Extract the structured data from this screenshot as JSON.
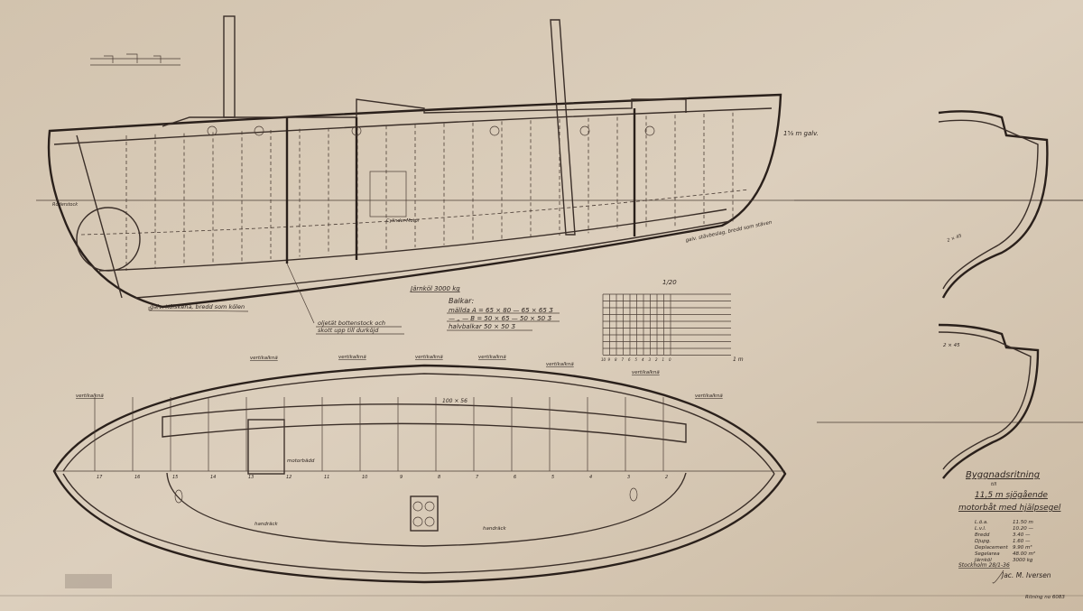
{
  "profile": {
    "keel_label": "Järnköl 3000 kg",
    "keel_band_label": "galv. Kölskena, bredd som kölen",
    "floor_label": "oljetät bottenstock och",
    "floor_label_2": "skott upp till durköjd",
    "rail_label": "1⅝ m galv.",
    "strake_label": "galv. stävbeslag, bredd som stäven",
    "rudder_label": "Roderstock",
    "engine_label": "Cylinder-Motor"
  },
  "beams": {
    "title": "Balkar:",
    "row_a": "mällda  A  =  65 × 80 — 65 × 65 Ʒ",
    "row_b": "— „ —  B  =  50 × 65 — 50 × 50 Ʒ",
    "row_half": "halvbalkar   50 × 50 Ʒ"
  },
  "scale": {
    "ratio": "1/20",
    "unit": "1 m",
    "ticks": [
      "10",
      "9",
      "8",
      "7",
      "6",
      "5",
      "4",
      "3",
      "2",
      "1",
      "0"
    ]
  },
  "plan": {
    "knee_labels": [
      "vertikalknä",
      "vertikalknä",
      "vertikalknä",
      "vertikalknä",
      "vertikalknä",
      "vertikalknä",
      "vertikalknä",
      "vertikalknä"
    ],
    "frame_numbers": [
      "17",
      "16",
      "15",
      "14",
      "13",
      "12",
      "11",
      "10",
      "9",
      "8",
      "7",
      "6",
      "5",
      "4",
      "3",
      "2"
    ],
    "motorbed_label": "motorbädd",
    "deck_label": "handräck",
    "deck_label_2": "handräck",
    "beam_size": "100 × 56"
  },
  "sections": {
    "label_upper": "2 × 45",
    "label_lower": "2 × 45"
  },
  "title_block": {
    "title": "Byggnadsritning",
    "till": "till",
    "subtitle": "11,5 m sjögående",
    "subtitle_2": "motorbåt med hjälpsegel",
    "specs": [
      {
        "label": "L.ö.a.",
        "value": "11.50 m"
      },
      {
        "label": "L.v.l.",
        "value": "10.20 —"
      },
      {
        "label": "Bredd",
        "value": "3.40 —"
      },
      {
        "label": "Djupg.",
        "value": "1.60 —"
      },
      {
        "label": "Deplacement",
        "value": "9.90 m³"
      },
      {
        "label": "Segelarea",
        "value": "48.00 m²"
      },
      {
        "label": "Järnköl",
        "value": "3000 kg"
      }
    ],
    "place_date": "Stockholm 28/1-36",
    "signature": "Jac. M. Iversen",
    "drawing_no": "Ritning no 6083"
  },
  "colors": {
    "paper": "#d6c8b4",
    "ink": "#3a2e28"
  }
}
